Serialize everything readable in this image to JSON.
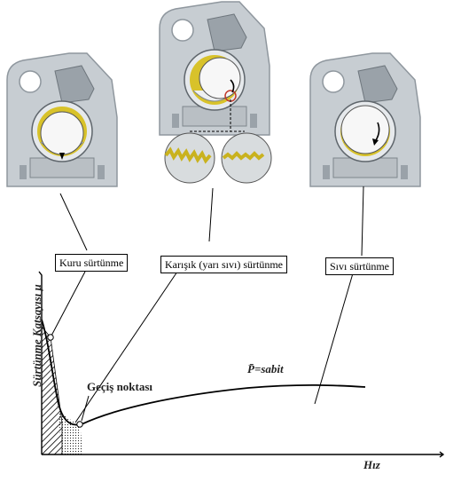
{
  "labels": {
    "dry": "Kuru sürtünme",
    "mixed": "Karışık (yarı sıvı) sürtünme",
    "fluid": "Sıvı sürtünme"
  },
  "chart": {
    "ylabel": "Sürtünme Katsayısı  μ",
    "xlabel": "Hız",
    "transition": "Geçiş noktası",
    "pressure": "P̄=sabit"
  },
  "colors": {
    "housing": "#c7cdd2",
    "housing_dark": "#8f979e",
    "oil": "#d8c22a",
    "outline": "#222222"
  }
}
